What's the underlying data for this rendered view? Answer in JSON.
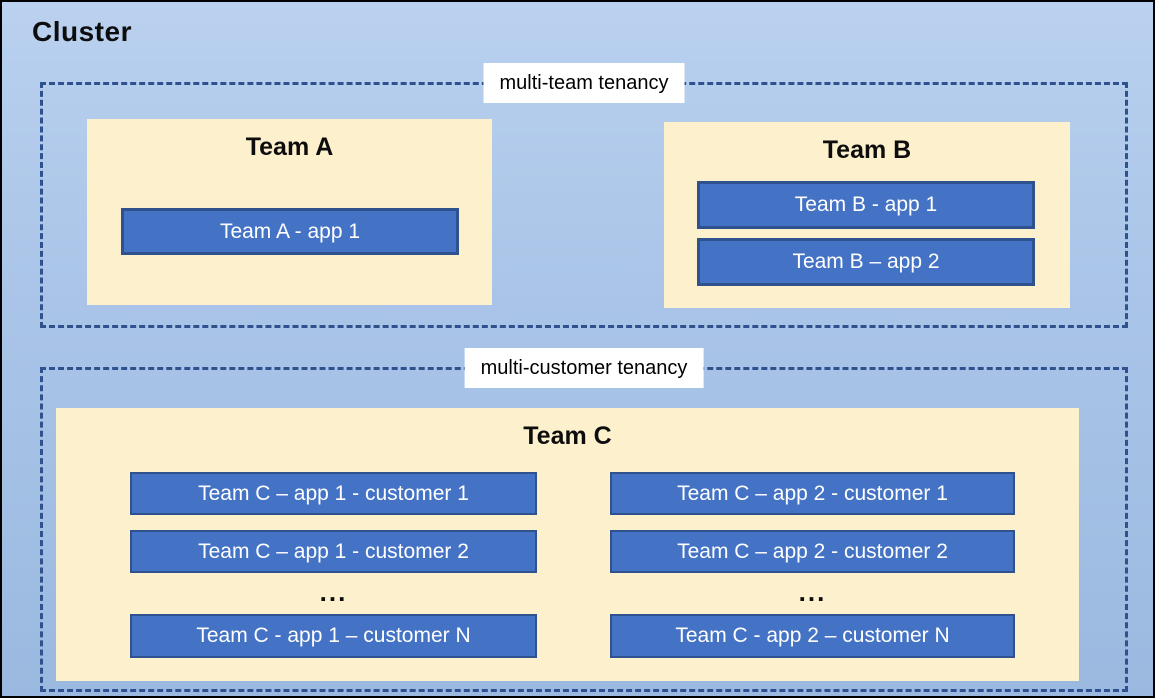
{
  "cluster_title": "Cluster",
  "colors": {
    "background_top": "#bad1ef",
    "background_bottom": "#9bb9e0",
    "outer_border": "#000000",
    "dashed_border": "#2f528f",
    "team_fill": "#fcf0cd",
    "app_fill": "#4472c4",
    "app_border": "#2f528f",
    "app_text": "#ffffff",
    "label_background": "#ffffff"
  },
  "zone1": {
    "label": "multi-team tenancy",
    "team_a": {
      "title": "Team A",
      "app1": "Team A - app 1"
    },
    "team_b": {
      "title": "Team B",
      "app1": "Team B - app 1",
      "app2": "Team B – app 2"
    }
  },
  "zone2": {
    "label": "multi-customer tenancy",
    "team_c": {
      "title": "Team C",
      "col1": {
        "row1": "Team C – app 1 - customer 1",
        "row2": "Team C – app 1 - customer 2",
        "ellipsis": "...",
        "rowN": "Team C - app 1 – customer N"
      },
      "col2": {
        "row1": "Team C – app 2 - customer 1",
        "row2": "Team C – app 2 - customer 2",
        "ellipsis": "...",
        "rowN": "Team C - app 2 – customer N"
      }
    }
  }
}
